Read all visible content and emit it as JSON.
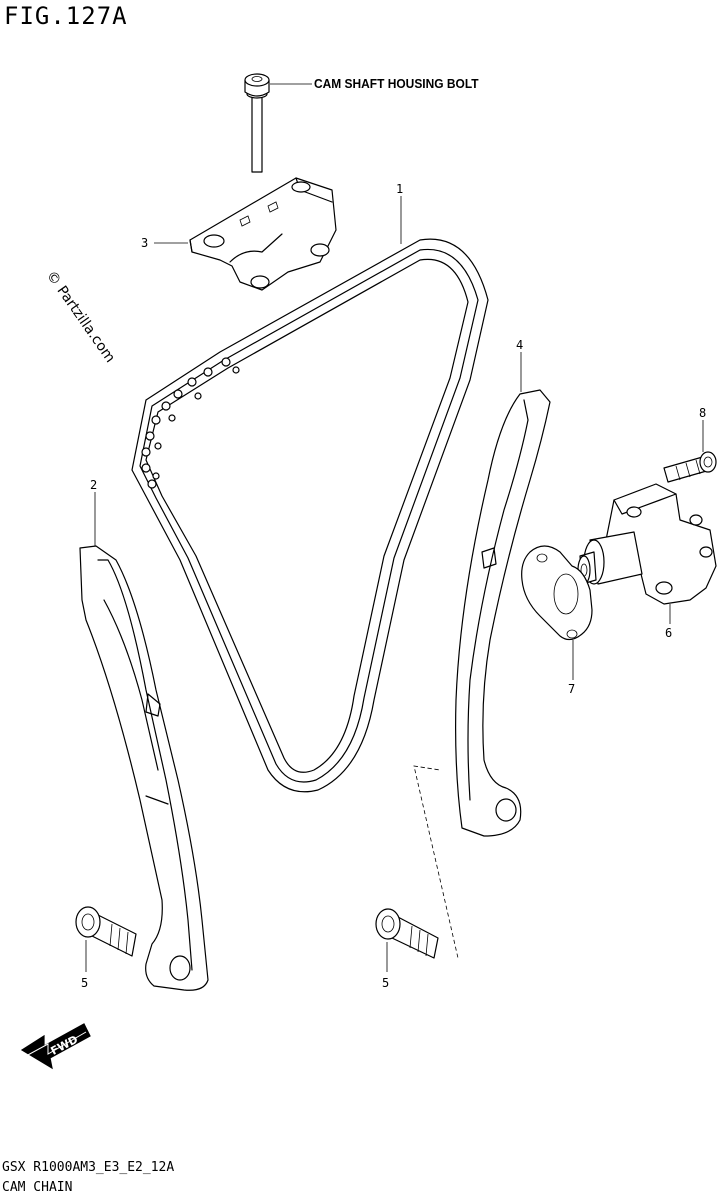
{
  "figure": {
    "title": "FIG.127A",
    "code": "GSX R1000AM3_E3_E2_12A",
    "caption": "CAM CHAIN",
    "watermark": "© Partzilla.com"
  },
  "labels": {
    "bolt_note": "CAM SHAFT HOUSING BOLT",
    "fwd": "FWD"
  },
  "callouts": [
    {
      "id": "1",
      "text": "1"
    },
    {
      "id": "2",
      "text": "2"
    },
    {
      "id": "3",
      "text": "3"
    },
    {
      "id": "4",
      "text": "4"
    },
    {
      "id": "5a",
      "text": "5"
    },
    {
      "id": "5b",
      "text": "5"
    },
    {
      "id": "6",
      "text": "6"
    },
    {
      "id": "7",
      "text": "7"
    },
    {
      "id": "8",
      "text": "8"
    }
  ]
}
